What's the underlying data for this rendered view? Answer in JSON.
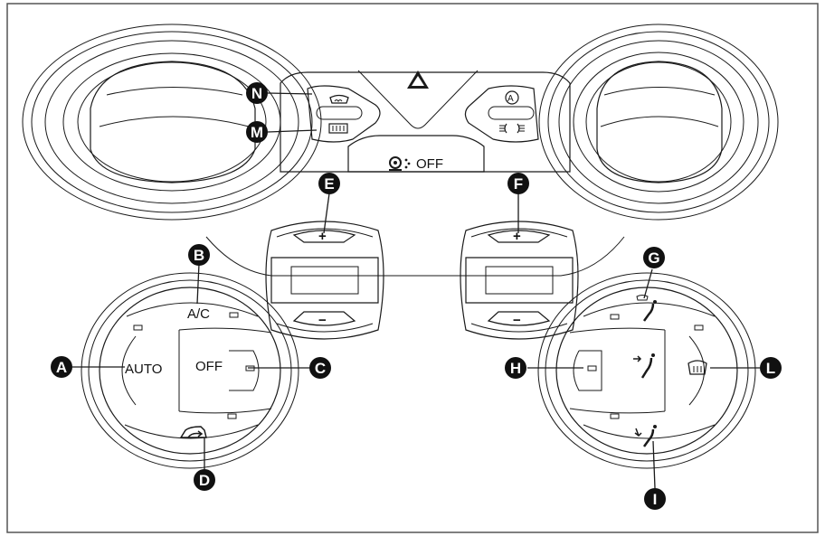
{
  "buttons": {
    "auto": "AUTO",
    "ac": "A/C",
    "off": "OFF",
    "plus": "+",
    "minus": "−",
    "fan_off": "OFF"
  },
  "callouts": {
    "A": "A",
    "B": "B",
    "C": "C",
    "D": "D",
    "E": "E",
    "F": "F",
    "G": "G",
    "H": "H",
    "I": "I",
    "L": "L",
    "M": "M",
    "N": "N"
  },
  "icons": {
    "hazard": "hazard-triangle-icon",
    "windscreen_top": "windscreen-demist-icon",
    "rear_window": "rear-window-heat-icon",
    "auto_headlight": "auto-headlight-icon",
    "fog": "fog-light-icon",
    "recirc_off": "recirculation-off-icon",
    "recirc": "recirculation-icon",
    "air_feet_windscreen": "airflow-feet-windscreen-icon",
    "air_face": "airflow-face-icon",
    "air_feet": "airflow-feet-icon",
    "max_defrost": "max-defrost-icon"
  },
  "colors": {
    "ink": "#1a1a1a",
    "callout_fill": "#111111",
    "frame": "#555555"
  }
}
